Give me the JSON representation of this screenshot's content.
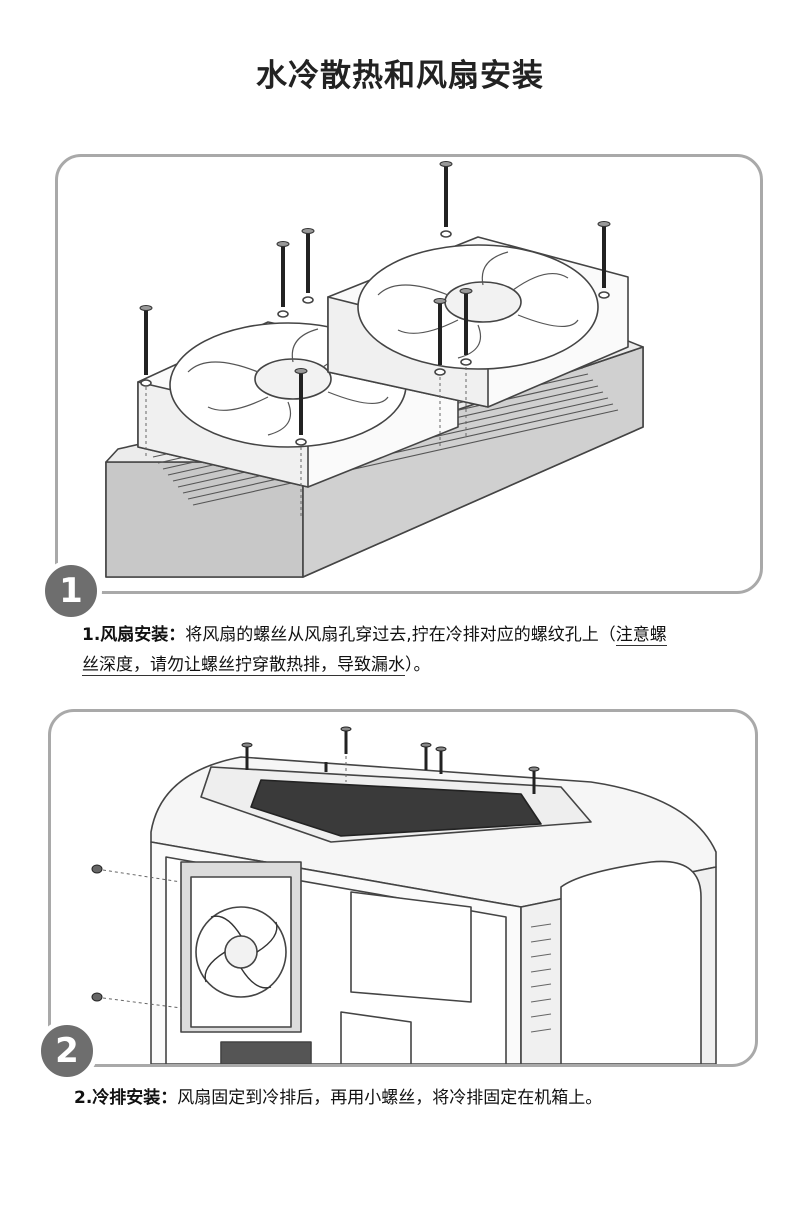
{
  "page": {
    "title": "水冷散热和风扇安装"
  },
  "steps": [
    {
      "badge": "1",
      "label": "1.风扇安装：",
      "text_a": "将风扇的螺丝从风扇孔穿过去,拧在冷排对应的螺纹孔上（",
      "note_line1": "注意螺",
      "note_line2": "丝深度，请勿让螺丝拧穿散热排，导致漏水",
      "text_b": "）。",
      "illustration_icon": "fan-radiator-assembly-icon"
    },
    {
      "badge": "2",
      "label": "2.冷排安装：",
      "text_a": "风扇固定到冷排后，再用小螺丝，将冷排固定在机箱上。",
      "illustration_icon": "case-radiator-mount-icon"
    }
  ],
  "colors": {
    "frame": "#a9a9a9",
    "badge": "#6e6e6e",
    "line_art": "#444444"
  }
}
